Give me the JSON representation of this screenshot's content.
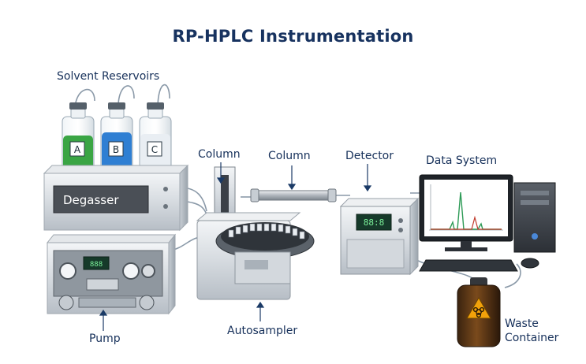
{
  "title": "RP-HPLC Instrumentation",
  "labels": {
    "solvent_reservoirs": "Solvent Reservoirs",
    "degasser": "Degasser",
    "pump": "Pump",
    "column_left": "Column",
    "column_right": "Column",
    "autosampler": "Autosampler",
    "detector": "Detector",
    "data_system": "Data System",
    "waste_container": "Waste\nContainer"
  },
  "bottles": [
    {
      "letter": "A",
      "liquid_color": "#3aa544"
    },
    {
      "letter": "B",
      "liquid_color": "#2f7fd3"
    },
    {
      "letter": "C",
      "liquid_color": "#e9eef3"
    }
  ],
  "detector_display": "88:8",
  "colors": {
    "title": "#17325f",
    "label": "#16305a",
    "chromatogram_peak_green": "#2e9b57",
    "chromatogram_peak_red": "#c0392b",
    "waste_hazard": "#f2a20a"
  },
  "icons": [
    "biohazard-icon"
  ]
}
